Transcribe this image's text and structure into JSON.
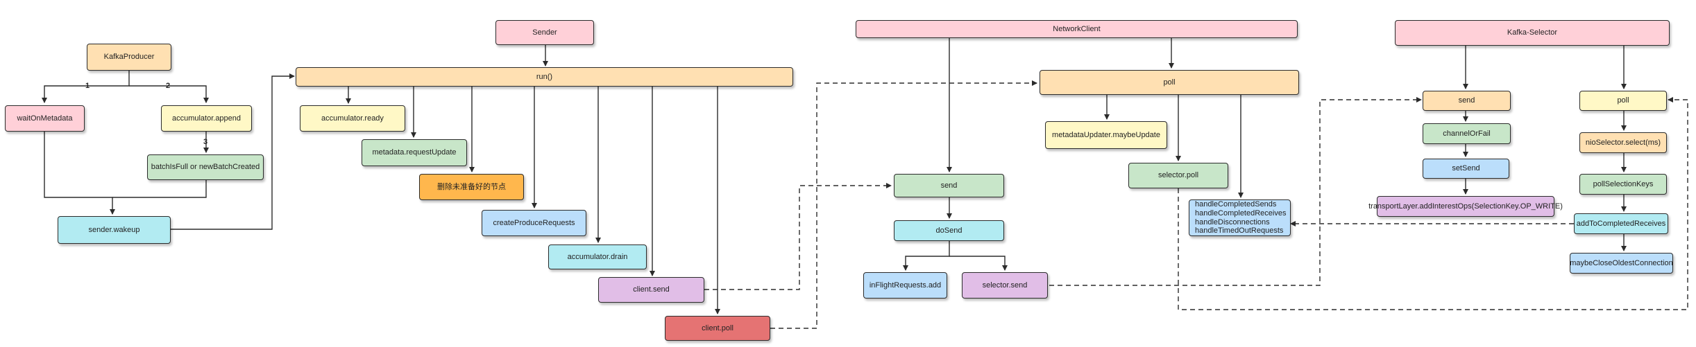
{
  "colors": {
    "pink": "#ffd0d8",
    "orange_light": "#ffe0b2",
    "yellow": "#fff8c6",
    "green": "#c8e6c9",
    "cyan": "#b2ebf2",
    "blue": "#bbdefb",
    "purple": "#e1bee7",
    "orange": "#ffb74d",
    "red": "#e57373",
    "line": "#2b2b2b"
  },
  "nodes": {
    "kafka_producer": "KafkaProducer",
    "wait_on_metadata": "waitOnMetadata",
    "accumulator_append": "accumulator.append",
    "batch_is_full": "batchIsFull or newBatchCreated",
    "sender_wakeup": "sender.wakeup",
    "sender": "Sender",
    "run": "run()",
    "accumulator_ready": "accumulator.ready",
    "metadata_request_update": "metadata.requestUpdate",
    "remove_not_ready": "删除未准备好的节点",
    "create_produce_requests": "createProduceRequests",
    "accumulator_drain": "accumulator.drain",
    "client_send": "client.send",
    "client_poll": "client.poll",
    "network_client": "NetworkClient",
    "nc_poll": "poll",
    "metadata_updater": "metadataUpdater.maybeUpdate",
    "selector_poll": "selector.poll",
    "handle_list": [
      "handleCompletedSends",
      "handleCompletedReceives",
      "handleDisconnections",
      "handleTimedOutRequests"
    ],
    "nc_send": "send",
    "do_send": "doSend",
    "in_flight_add": "inFlightRequests.add",
    "selector_send": "selector.send",
    "kafka_selector": "Kafka-Selector",
    "ks_send": "send",
    "channel_or_fail": "channelOrFail",
    "set_send": "setSend",
    "transport_layer": "transportLayer.addInterestOps(SelectionKey.OP_WRITE)",
    "ks_poll": "poll",
    "nio_selector": "nioSelector.select(ms)",
    "poll_selection_keys": "pollSelectionKeys",
    "add_to_completed": "addToCompletedReceives",
    "maybe_close": "maybeCloseOldestConnection"
  },
  "edge_labels": {
    "step1": "1",
    "step2": "2",
    "step3": "3"
  }
}
